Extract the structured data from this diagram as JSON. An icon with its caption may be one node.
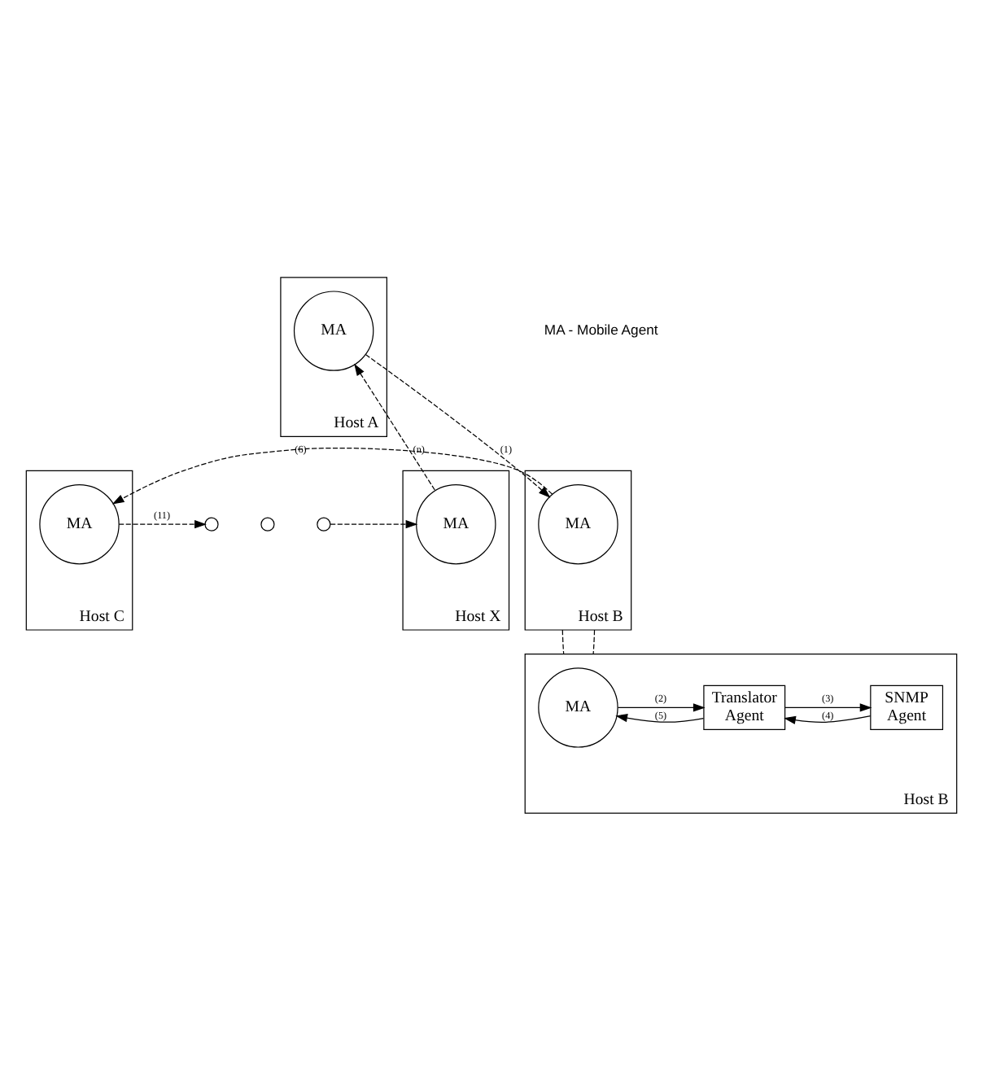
{
  "diagram": {
    "nodes": [
      {
        "text": [
          "Host A"
        ]
      },
      {
        "text": [
          "MA"
        ],
        "in": 0
      },
      {
        "text": [
          "Host B"
        ]
      },
      {
        "text": [
          "MA"
        ],
        "in": 2
      },
      {
        "text": [
          "Host C"
        ]
      },
      {
        "text": [
          "MA"
        ],
        "in": 4
      },
      {
        "text": [],
        "shape": "circle"
      },
      {
        "text": [],
        "shape": "circle"
      },
      {
        "text": [],
        "shape": "circle"
      },
      {
        "text": [
          "Host X"
        ]
      },
      {
        "text": [
          "MA"
        ],
        "in": 9
      },
      {
        "text": [
          "Host B"
        ]
      },
      {
        "text": [
          "MA"
        ],
        "in": 11
      },
      {
        "text": [
          "Translator Agent"
        ],
        "in": 11
      },
      {
        "text": [
          "SNMP Agent"
        ],
        "in": 11
      }
    ],
    "edges": [
      {
        "from": 1,
        "to": 3,
        "arrow": "to",
        "label": "(1)",
        "style": "dashed"
      },
      {
        "from": 3,
        "to": 5,
        "arrow": "to",
        "label": "(6)",
        "style": "dashed"
      },
      {
        "from": 5,
        "to": 6,
        "arrow": "to",
        "label": "(11)",
        "style": "dashed"
      },
      {
        "from": 8,
        "to": 10,
        "arrow": "to",
        "style": "dashed"
      },
      {
        "from": 10,
        "to": 1,
        "arrow": "to",
        "label": "(n)",
        "style": "dashed"
      },
      {
        "from": 2,
        "to": 11,
        "arrow": "none",
        "style": "dashed"
      },
      {
        "from": 2,
        "to": 11,
        "arrow": "none",
        "style": "dashed"
      },
      {
        "from": 12,
        "to": 13,
        "arrow": "to",
        "label": "(2)"
      },
      {
        "from": 13,
        "to": 14,
        "arrow": "to",
        "label": "(3)"
      },
      {
        "from": 14,
        "to": 13,
        "arrow": "to",
        "label": "(4)"
      },
      {
        "from": 13,
        "to": 12,
        "arrow": "to",
        "label": "(5)"
      }
    ],
    "labels": [
      "MA - Mobile Agent"
    ]
  }
}
